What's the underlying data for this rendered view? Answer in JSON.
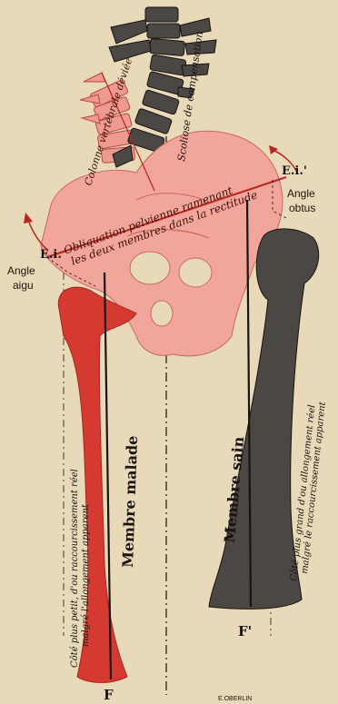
{
  "colors": {
    "paper": "#e8d9b8",
    "diseased": "#d6392f",
    "pelvis": "#f2a59a",
    "healthy": "#4a4744",
    "ink": "#1a1410"
  },
  "labels": {
    "spine_deviated": "Colonne vertébrale déviée",
    "scoliosis": "Scoliose de compensation",
    "obliquation_1": "Obliquation pelvienne ramenant",
    "obliquation_2": "les deux membres dans la rectitude",
    "ei_right": "E.i.'",
    "ei_left": "E.i.",
    "angle_obtus_1": "Angle",
    "angle_obtus_2": "obtus",
    "angle_aigu_1": "Angle",
    "angle_aigu_2": "aigu",
    "membre_malade": "Membre malade",
    "membre_sain": "Membre sain",
    "left_side_1": "Côté plus petit, d'ou raccourcissement réel",
    "left_side_2": "malgré l'allongement apparent",
    "right_side_1": "Côté plus grand d'ou allongement réel",
    "right_side_2": "malgré le raccourcissement apparent",
    "f_left": "F",
    "f_right": "F'",
    "signature": "E.OBERLIN"
  }
}
